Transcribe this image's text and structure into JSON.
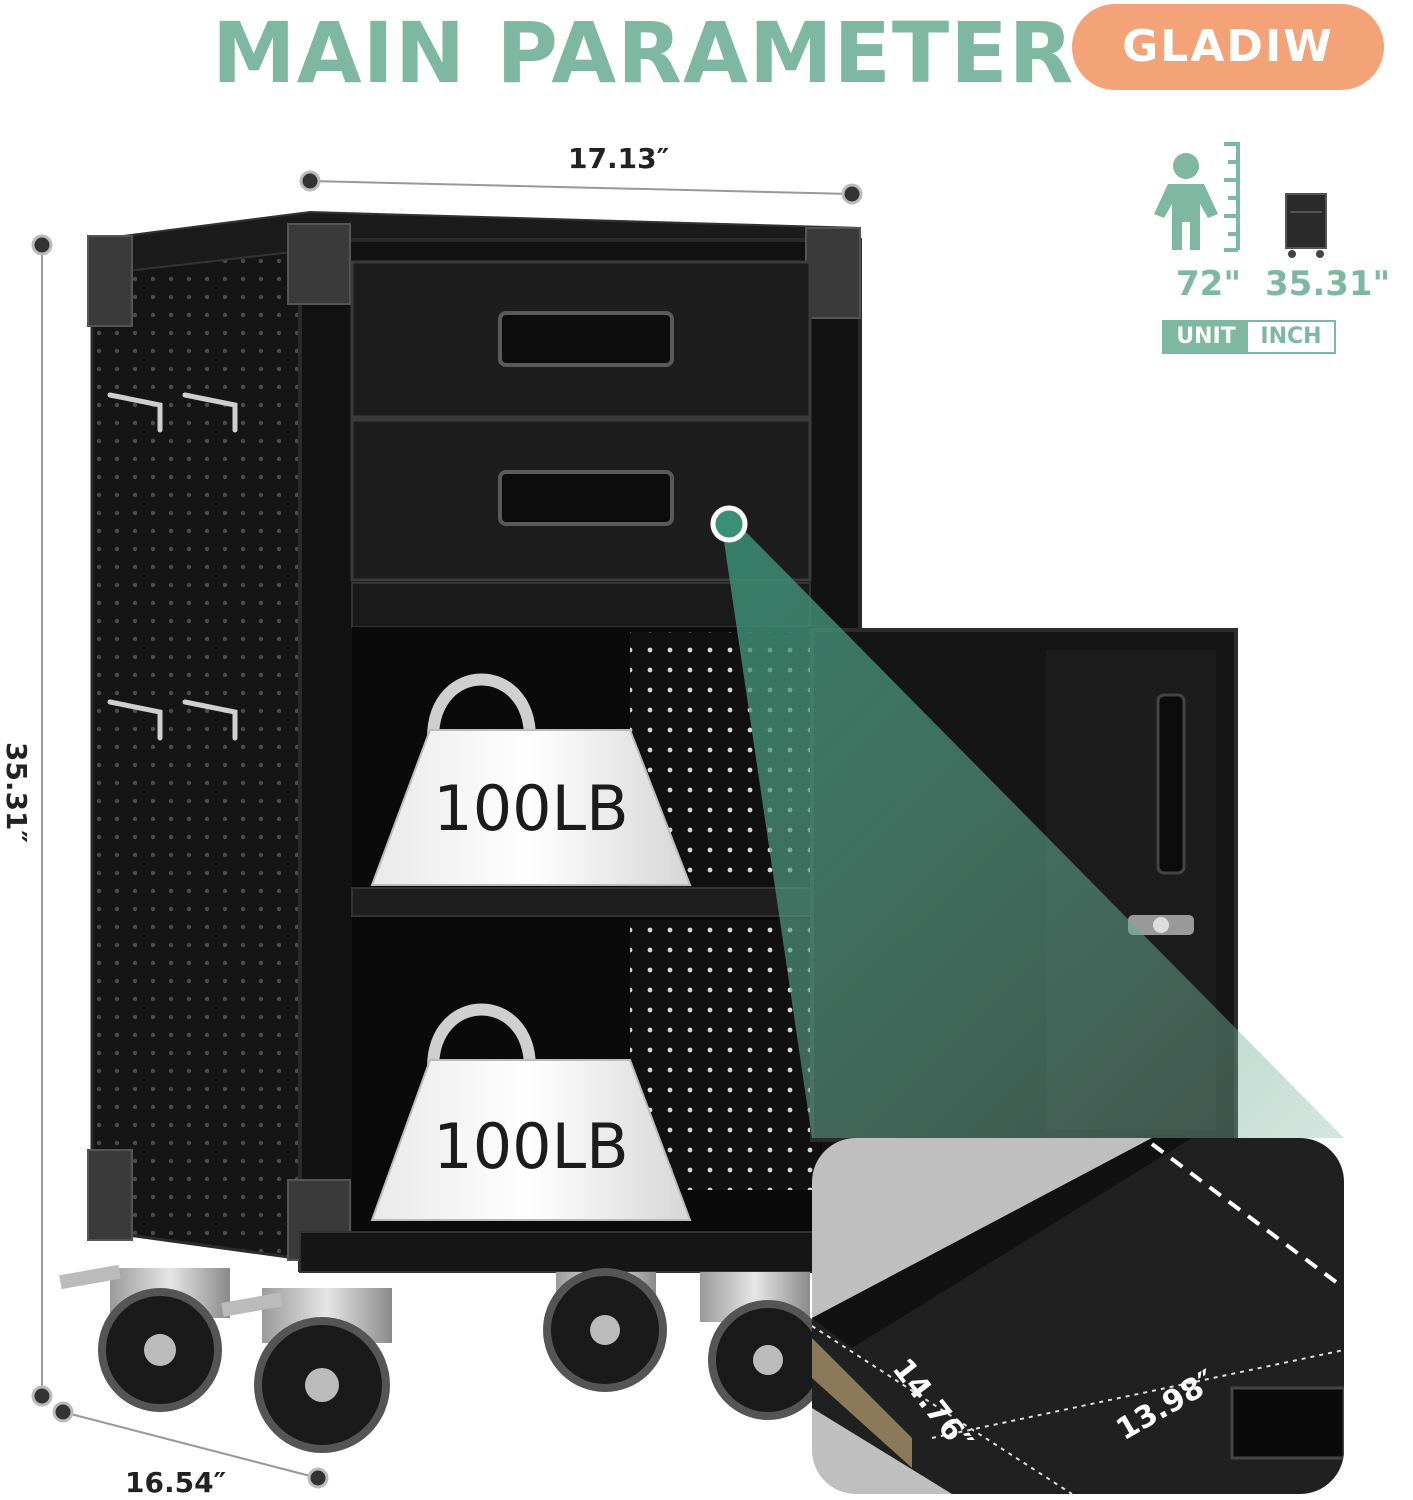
{
  "header": {
    "title": "MAIN PARAMETER",
    "brand": "GLADIW"
  },
  "dimensions": {
    "width": "17.13″",
    "height": "35.31″",
    "depth": "16.54″",
    "drawer_depth": "14.76″",
    "drawer_width": "13.98″"
  },
  "size_comparison": {
    "person_height": "72\"",
    "cabinet_height": "35.31\"",
    "unit_label": "UNIT",
    "unit_value": "INCH"
  },
  "weights": [
    {
      "label": "100LB"
    },
    {
      "label": "100LB"
    }
  ],
  "colors": {
    "accent_green": "#7fb8a2",
    "brand_orange": "#f4a277",
    "cabinet": "#1a1a1a"
  },
  "icons": [
    "person-icon",
    "ruler-icon",
    "cabinet-icon"
  ]
}
